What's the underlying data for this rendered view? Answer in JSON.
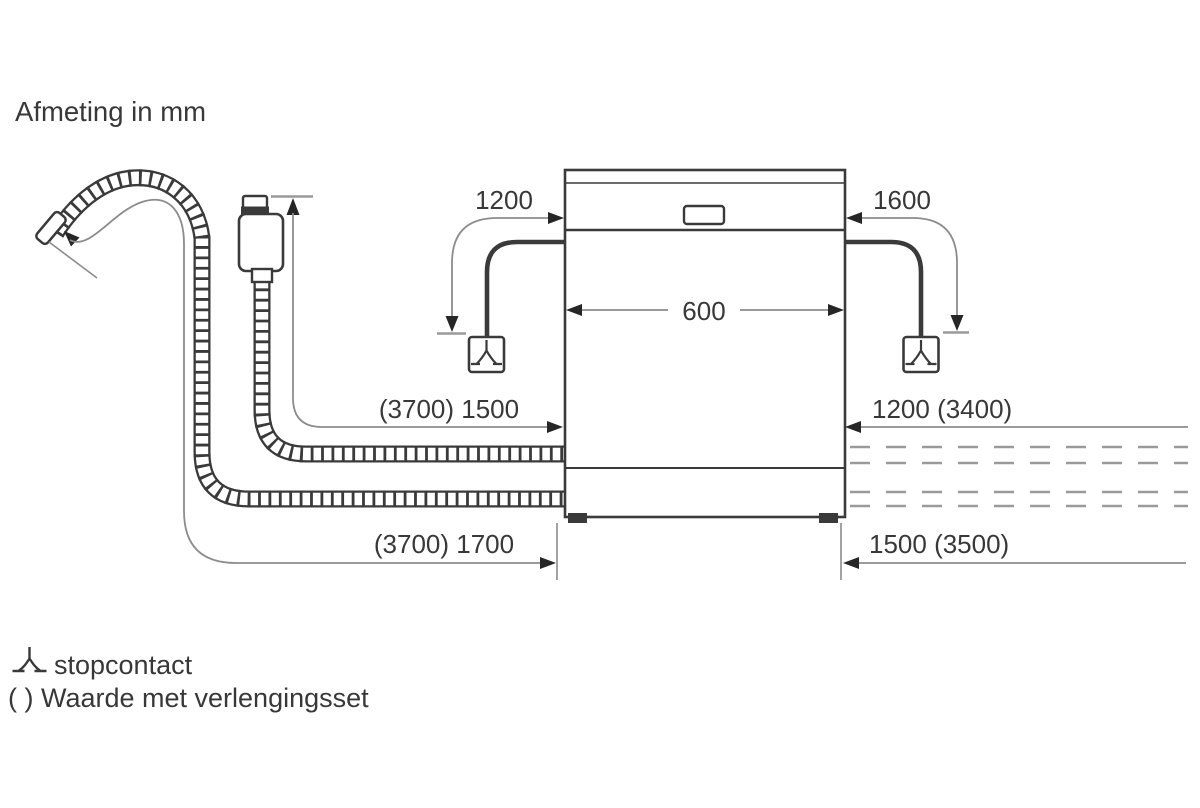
{
  "title": "Afmeting in mm",
  "labels": {
    "cord_left": "1200",
    "cord_right": "1600",
    "appliance_width": "600",
    "supply_hose_left": "(3700) 1500",
    "drain_hose_left": "(3700) 1700",
    "supply_hose_right": "1200 (3400)",
    "drain_hose_right": "1500 (3500)"
  },
  "legend": {
    "socket": "stopcontact",
    "extension_note": "( ) Waarde met verlengingsset"
  },
  "icons": {
    "socket_symbol": "power-socket-symbol",
    "drain_hose_end": "drain-hose-end-cap",
    "supply_valve": "aquastop-valve"
  },
  "colors": {
    "line_dark": "#3a3a3a",
    "line_gray": "#8c8c8c",
    "dash_gray": "#9a9a9a",
    "arrow_dark": "#262626",
    "text_color": "#383838",
    "background": "#ffffff"
  }
}
